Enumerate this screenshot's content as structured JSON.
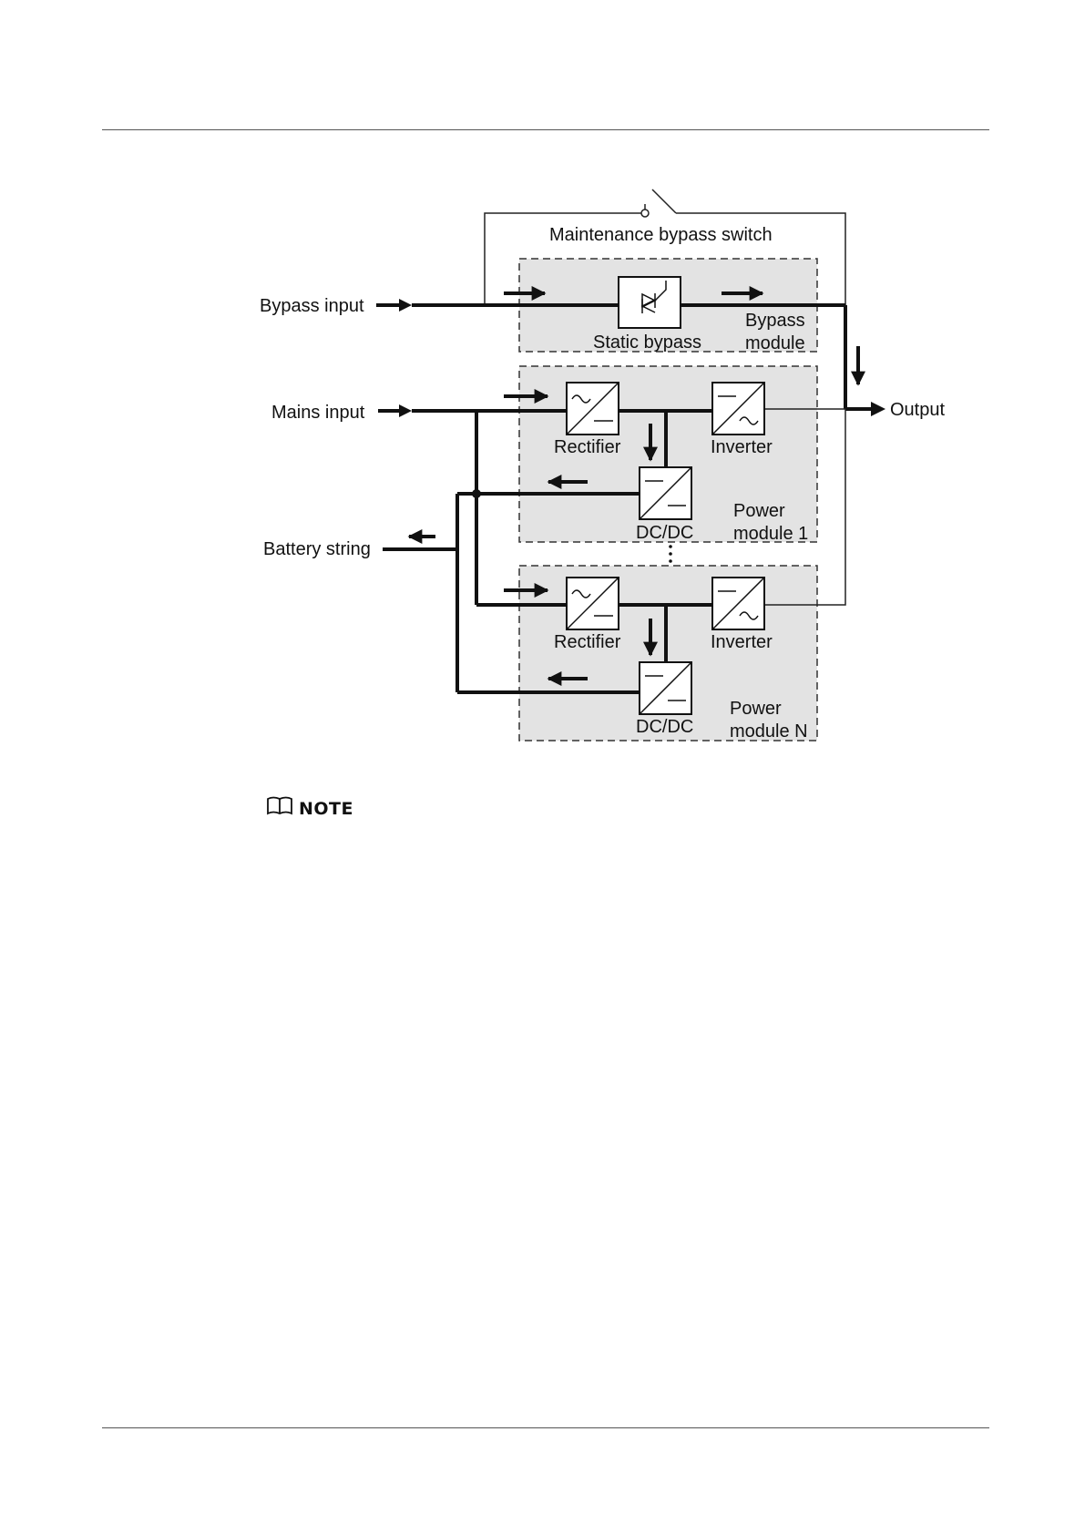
{
  "diagram": {
    "maintenance_switch": "Maintenance bypass switch",
    "bypass_input": "Bypass input",
    "mains_input": "Mains input",
    "battery_string": "Battery string",
    "output": "Output",
    "static_bypass": "Static bypass",
    "bypass_module_line1": "Bypass",
    "bypass_module_line2": "module",
    "module1": {
      "rectifier": "Rectifier",
      "inverter": "Inverter",
      "dcdc": "DC/DC",
      "name_line1": "Power",
      "name_line2": "module 1"
    },
    "moduleN": {
      "rectifier": "Rectifier",
      "inverter": "Inverter",
      "dcdc": "DC/DC",
      "name_line1": "Power",
      "name_line2": "module N"
    }
  },
  "note": {
    "label": "NOTE",
    "icon": "book-icon"
  }
}
